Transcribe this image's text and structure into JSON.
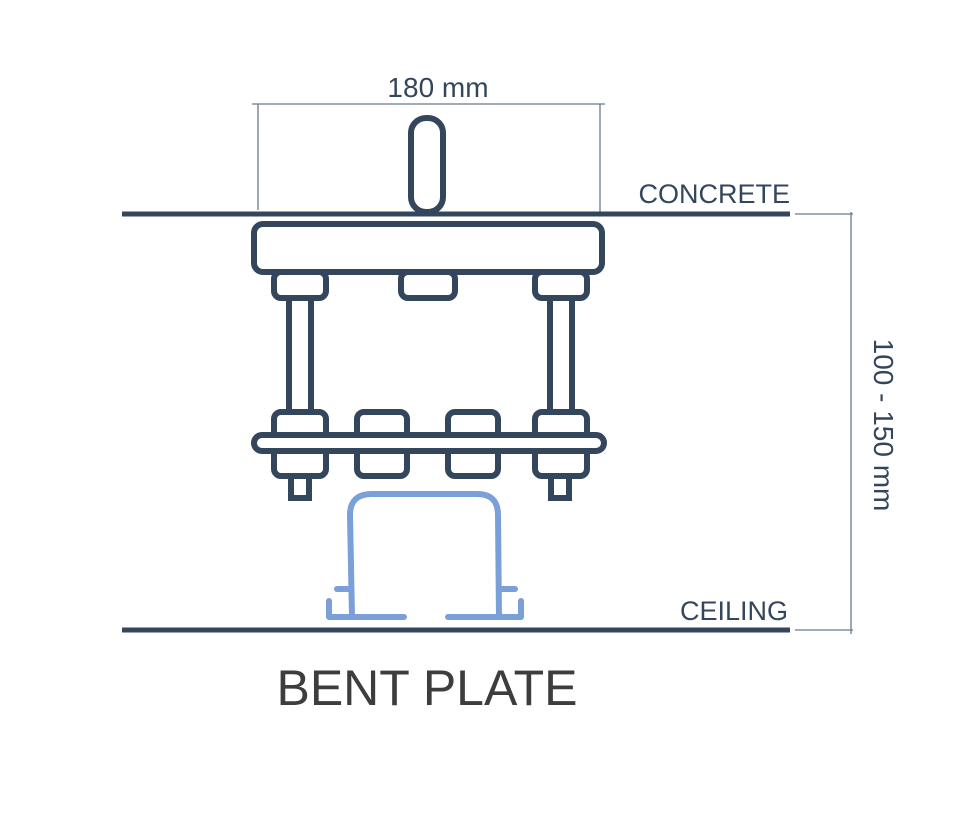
{
  "diagram": {
    "width_dimension": "180 mm",
    "height_dimension": "100 - 150 mm",
    "top_surface_label": "CONCRETE",
    "bottom_surface_label": "CEILING",
    "title": "BENT PLATE"
  },
  "colors": {
    "hardware": "#34465c",
    "channel": "#7b9fd9",
    "title": "#3d3d3d"
  }
}
